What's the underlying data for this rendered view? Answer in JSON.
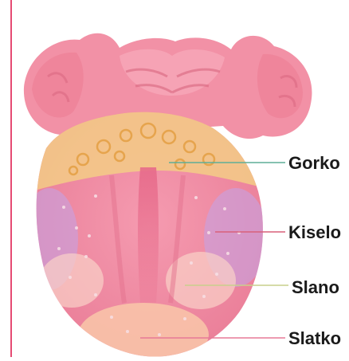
{
  "diagram": {
    "labels": {
      "gorko": "Gorko",
      "kiselo": "Kiselo",
      "slano": "Slano",
      "slatko": "Slatko"
    },
    "colors": {
      "gorko_line": "#5fae97",
      "kiselo_line": "#d8607a",
      "slano_line": "#c9cf8c",
      "slatko_line": "#e77a97",
      "tongue_base": "#ef8aa0",
      "bitter_zone": "#f3cd86",
      "sour_zone": "#c7a2e2",
      "sweet_zone": "#f8c3a8",
      "border_line": "#e64b73"
    }
  }
}
